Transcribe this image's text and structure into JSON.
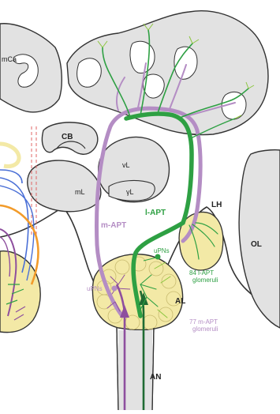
{
  "labels": {
    "mca": "mCa",
    "cb": "CB",
    "vl": "vL",
    "ml": "mL",
    "gl": "γL",
    "lh": "LH",
    "ol": "OL",
    "al": "AL",
    "an": "AN",
    "m_apt": "m-APT",
    "l_apt": "l-APT",
    "upns_left": "uPNs",
    "upns_right": "uPNs",
    "l_apt_glom_1": "84 l-APT",
    "l_apt_glom_2": "glomeruli",
    "m_apt_glom_1": "77 m-APT",
    "m_apt_glom_2": "glomeruli"
  },
  "colors": {
    "background": "#ffffff",
    "neuropil": "#e2e2e2",
    "outline": "#333333",
    "glomeruli": "#f3e9a6",
    "l_apt": "#2ea043",
    "l_apt_light": "#8cc63f",
    "m_apt": "#b48dc4",
    "m_apt_dark": "#8e4f9e",
    "orange": "#f29b2a",
    "blue": "#4a6fd6",
    "red_dash": "#e06666"
  }
}
